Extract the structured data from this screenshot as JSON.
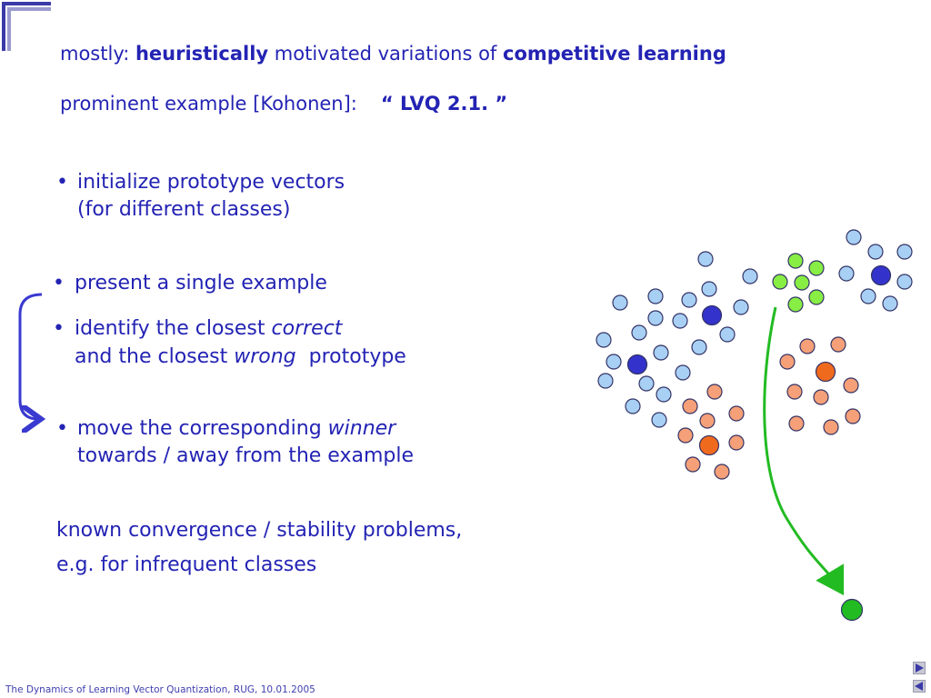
{
  "header": {
    "line1": {
      "prefix": "mostly: ",
      "bold1": "heuristically",
      "middle": " motivated variations of ",
      "bold2": "competitive learning"
    },
    "line2": {
      "prefix": "prominent example [Kohonen]:",
      "quote": "“ LVQ 2.1. ”"
    }
  },
  "bullets": {
    "symbol": "•",
    "b1": {
      "line1": "initialize prototype vectors",
      "line2": "(for different classes)"
    },
    "b2": {
      "line1": "present a single example"
    },
    "b3": {
      "line1_prefix": "identify the closest ",
      "line1_em": "correct",
      "line2_prefix": "and the closest ",
      "line2_em": "wrong",
      "line2_suffix": "  prototype"
    },
    "b4": {
      "line1_prefix": "move the corresponding ",
      "line1_em": "winner",
      "line2": "towards / away from the example"
    }
  },
  "notes": {
    "line1": "known convergence / stability problems,",
    "line2": "e.g. for infrequent classes"
  },
  "footer": {
    "text": "The Dynamics of Learning Vector Quantization, RUG, 10.01.2005"
  },
  "colors": {
    "text": "#2323b4",
    "light_blue": "#a8d0f4",
    "dark_blue": "#3333cc",
    "light_green": "#88ee44",
    "green": "#22bb22",
    "light_orange": "#f5a078",
    "dark_orange": "#f06a1e"
  },
  "icons": {
    "next": "next-arrow-icon",
    "prev": "prev-arrow-icon"
  }
}
